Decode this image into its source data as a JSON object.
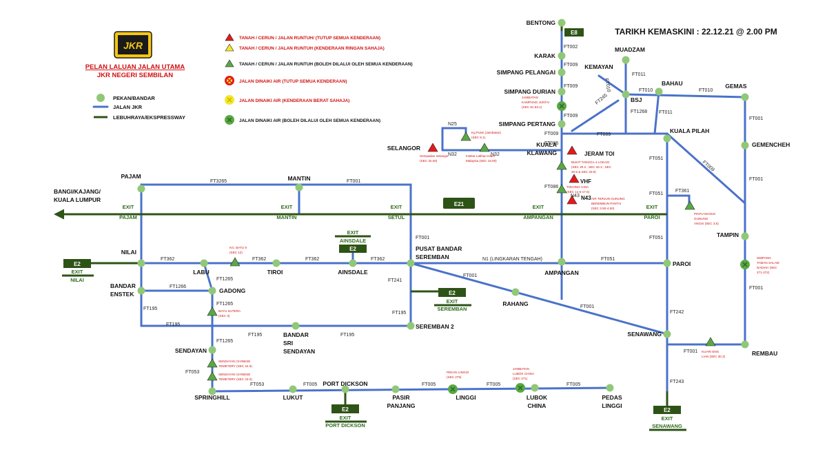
{
  "header": {
    "logo_text": "JKR",
    "title_line1": "PELAN LALUAN JALAN UTAMA",
    "title_line2": "JKR NEGERI SEMBILAN",
    "updated": "TARIKH KEMASKINI : 22.12.21 @ 2.00 PM"
  },
  "legend": {
    "items": [
      {
        "icon": "triangle-red-icon",
        "label": "TANAH / CERUN / JALAN RUNTUH/ (TUTUP SEMUA KENDERAAN)"
      },
      {
        "icon": "triangle-yellow-icon",
        "label": "TANAH / CERUN / JALAN RUNTUH (KENDERAAN RINGAN SAHAJA)"
      },
      {
        "icon": "triangle-green-icon",
        "label": "TANAH / CERUN / JALAN RUNTUH (BOLEH DILALUI OLEH SEMUA KENDERAAN)"
      },
      {
        "icon": "flood-red-icon",
        "label": "JALAN DINAIKI AIR (TUTUP SEMUA KENDERAAN)"
      },
      {
        "icon": "flood-yellow-icon",
        "label": "JALAN DINAIKI AIR (KENDERAAN BERAT SAHAJA)"
      },
      {
        "icon": "flood-green-icon",
        "label": "JALAN DINAIKI AIR (BOLEH DILALUI OLEH SEMUA KENDERAAN)"
      }
    ],
    "key": [
      {
        "icon": "town-dot-icon",
        "label": "PEKAN/BANDAR"
      },
      {
        "icon": "jkr-road-line-icon",
        "label": "JALAN JKR"
      },
      {
        "icon": "highway-line-icon",
        "label": "LEBUHRAYA/EKSPRESSWAY"
      }
    ]
  },
  "colors": {
    "road": "#4a72c9",
    "highway": "#2e5316",
    "node": "#90c878",
    "closed": "#e31b1b",
    "light": "#f2e82a",
    "open": "#5aa845",
    "alert_text": "#e31b1b"
  },
  "towns": {
    "bentong": "BENTONG",
    "karak": "KARAK",
    "simpang_pelangai": "SIMPANG PELANGAI",
    "simpang_durian": "SIMPANG DURIAN",
    "simpang_pertang": "SIMPANG PERTANG",
    "kuala_klawang": [
      "KUALA",
      "KLAWANG"
    ],
    "muadzam": "MUADZAM",
    "kemayan": "KEMAYAN",
    "bsj": "BSJ",
    "bahau": "BAHAU",
    "gemas": "GEMAS",
    "kuala_pilah": "KUALA PILAH",
    "gemencheh": "GEMENCHEH",
    "tampin": "TAMPIN",
    "rembau": "REMBAU",
    "paroi": "PAROI",
    "senawang": "SENAWANG",
    "ampangan": "AMPANGAN",
    "rahang": "RAHANG",
    "pusat_bandar": [
      "PUSAT BANDAR",
      "SEREMBAN"
    ],
    "seremban2": "SEREMBAN 2",
    "ainsdale": "AINSDALE",
    "tiroi": "TIROI",
    "labu": "LABU",
    "nilai": "NILAI",
    "pajam": "PAJAM",
    "mantin": "MANTIN",
    "gadong": "GADONG",
    "bandar_enstek": [
      "BANDAR",
      "ENSTEK"
    ],
    "bandar_sri_sendayan": [
      "BANDAR",
      "SRI",
      "SENDAYAN"
    ],
    "sendayan": "SENDAYAN",
    "springhill": "SPRINGHILL",
    "lukut": "LUKUT",
    "port_dickson": "PORT DICKSON",
    "pasir_panjang": [
      "PASIR",
      "PANJANG"
    ],
    "linggi": "LINGGI",
    "lubok_china": [
      "LUBOK",
      "CHINA"
    ],
    "pedas_linggi": [
      "PEDAS",
      "LINGGI"
    ],
    "selangor": "SELANGOR",
    "bangi": [
      "BANGI/KAJANG/",
      "KUALA LUMPUR"
    ],
    "jeram_toi": "JERAM TOI",
    "vhf": "VHF",
    "n43": "N43"
  },
  "roads": {
    "ft002": "FT002",
    "ft009": "FT009",
    "ft010": "FT010",
    "ft011": "FT011",
    "ft1268": "FT1268",
    "ft245": "FT245",
    "ft001": "FT001",
    "ft051": "FT051",
    "ft361": "FT361",
    "ft086": "FT086",
    "ft3265": "FT3265",
    "ft362": "FT362",
    "ft1266": "FT1266",
    "ft195": "FT195",
    "ft1265": "FT1265",
    "ft241": "FT241",
    "ft242": "FT242",
    "ft243": "FT243",
    "ft053": "FT053",
    "ft005": "FT005",
    "n1": "N1 (LINGKARAN TENGAH)",
    "n25": "N25",
    "n32": "N32",
    "n43": "N43"
  },
  "highways": {
    "e8": "E8",
    "e21": "E21",
    "e2": "E2"
  },
  "exits": {
    "pajam": [
      "EXIT",
      "PAJAM"
    ],
    "mantin": [
      "EXIT",
      "MANTIN"
    ],
    "setul": [
      "EXIT",
      "SETUL"
    ],
    "ampangan": [
      "EXIT",
      "AMPANGAN"
    ],
    "paroi": [
      "EXIT",
      "PAROI"
    ],
    "nilai": [
      "EXIT",
      "NILAI"
    ],
    "ainsdale": [
      "EXIT",
      "AINSDALE"
    ],
    "seremban": [
      "EXIT",
      "SEREMBAN"
    ],
    "port_dickson": [
      "EXIT",
      "PORT DICKSON"
    ],
    "senawang": [
      "EXIT",
      "SENAWANG"
    ]
  },
  "incidents": {
    "jambatan_kampung_juntai": [
      "JAMBATAN",
      "KAMPUNG JUNTAI",
      "(SEC 81-83.1)"
    ],
    "kg_pusin": [
      "Kg Pusin (Jambatan)",
      "(SEC 8.1)"
    ],
    "sempadan_selangor": [
      "Sempadan Selangor",
      "(SEC 32.00)"
    ],
    "institut_latihan": [
      "Institut Latihan Islam",
      "Malaysia (SEC 18.00)"
    ],
    "bukit_tangga": [
      "BUKIT TANGGA 4 LOKASI",
      "(SEC 20.2 , SEC 20.3 , SEC",
      "20.5 & SEC 20.8)"
    ],
    "tokong_cina": [
      "TOKONG CINA",
      "(SEC 14.5-17.5)"
    ],
    "air_terjun": [
      "AIR TERJUN GUNUNG",
      "BEREMBUN PANTAI",
      "(SEC 3.50-4.50)"
    ],
    "pintu_masuk": [
      "PINTU MASUK",
      "GUNUNG",
      "ANGSI (SEC 3.5)"
    ],
    "kg_batu9": [
      "KG. BATU 9",
      "(SEC 12)"
    ],
    "bayu_sutera": [
      "BAYU SUTERA",
      "(SEC 3)"
    ],
    "sendayan_chinese1": [
      "SENDAYAN CHINESE",
      "TEMETERY (SEC 24.9)"
    ],
    "sendayan_chinese2": [
      "SENDAYAN CHINESE",
      "TEMETERY (SEC 23.0)"
    ],
    "pekan_linggi": [
      "PEKAN LINGGI",
      "(SEC 279)"
    ],
    "jambatan_lubok": [
      "JAMBATAN",
      "LUBOK CHINA",
      "(SEC 271)"
    ],
    "simpang_taman": [
      "SIMPANG",
      "TAMAN SALAM",
      "NADIAH (SEC",
      "271-272)"
    ],
    "kuari_eng": [
      "KUARI ENG",
      "LIAN (SEC 30.2)"
    ]
  }
}
